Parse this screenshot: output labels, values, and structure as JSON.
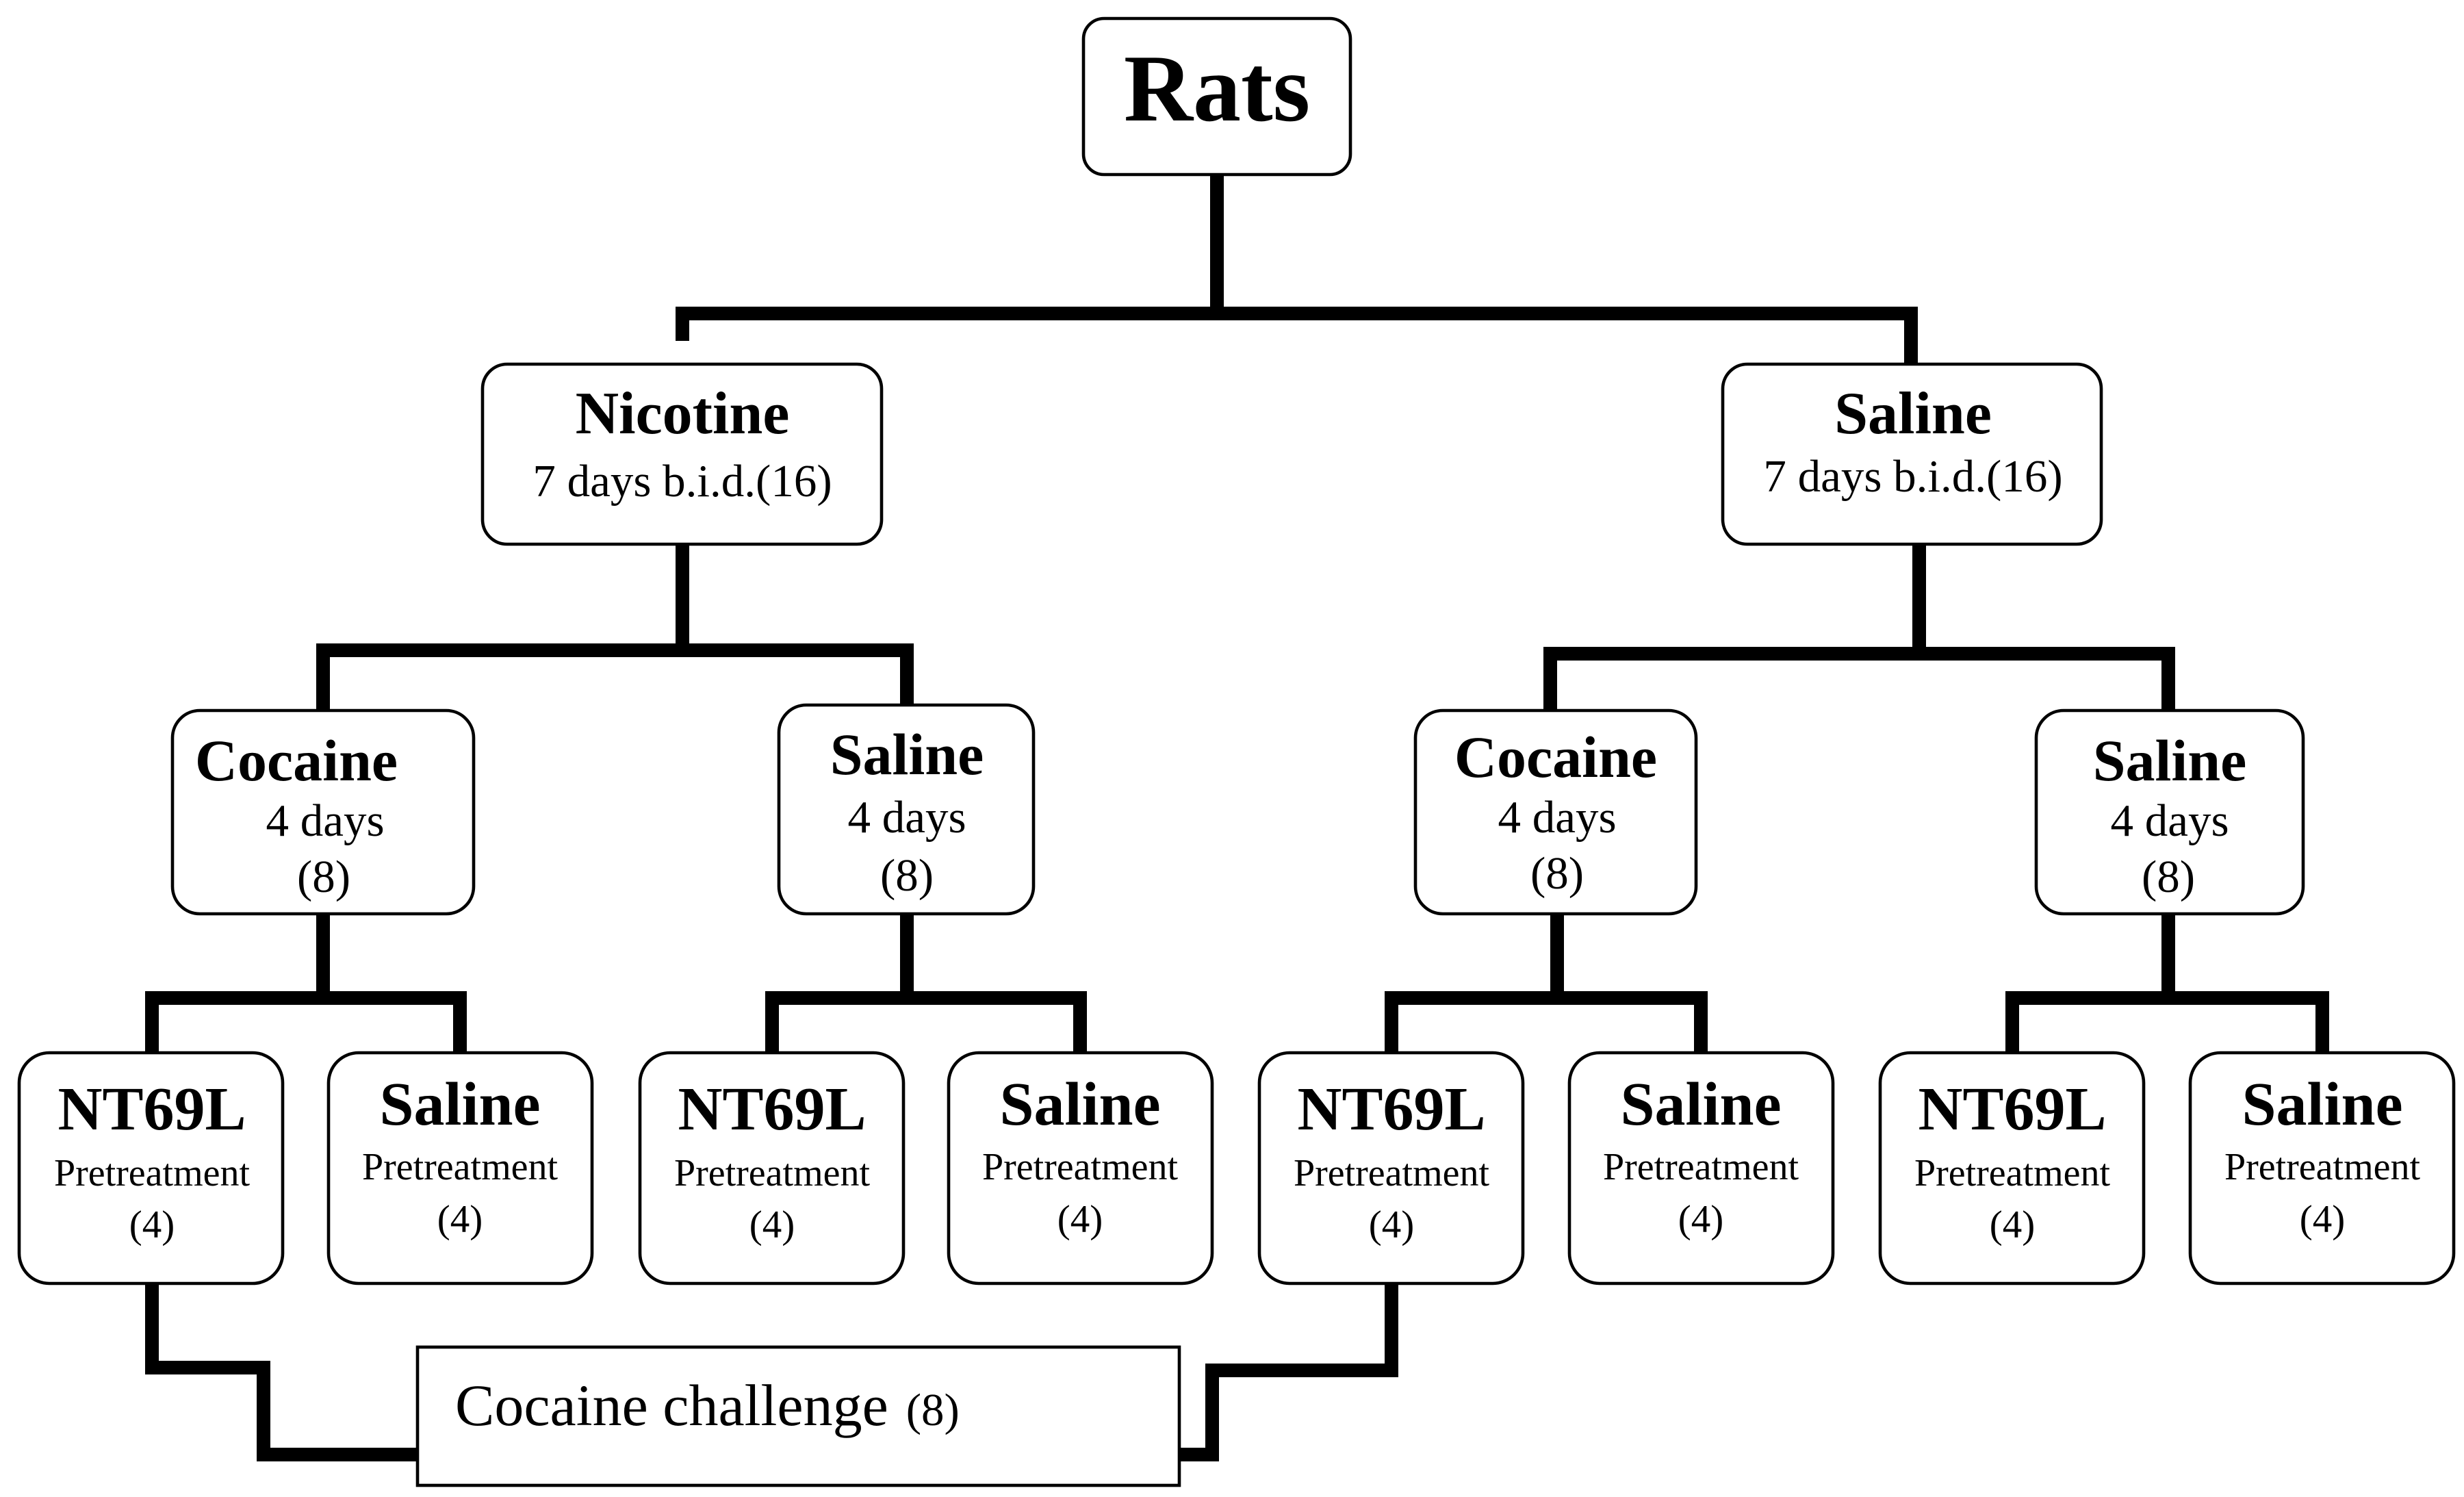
{
  "root": {
    "label": "Rats"
  },
  "nicotine": {
    "title": "Nicotine",
    "subtitle": "7 days b.i.d.(16)"
  },
  "saline_main": {
    "title": "Saline",
    "subtitle": "7 days b.i.d.(16)"
  },
  "l2": [
    {
      "title": "Cocaine",
      "days": "4 days",
      "n": "(8)"
    },
    {
      "title": "Saline",
      "days": "4 days",
      "n": "(8)"
    },
    {
      "title": "Cocaine",
      "days": "4 days",
      "n": "(8)"
    },
    {
      "title": "Saline",
      "days": "4 days",
      "n": "(8)"
    }
  ],
  "l3": [
    {
      "title": "NT69L",
      "sub": "Pretreatment",
      "n": "(4)"
    },
    {
      "title": "Saline",
      "sub": "Pretreatment",
      "n": "(4)"
    },
    {
      "title": "NT69L",
      "sub": "Pretreatment",
      "n": "(4)"
    },
    {
      "title": "Saline",
      "sub": "Pretreatment",
      "n": "(4)"
    },
    {
      "title": "NT69L",
      "sub": "Pretreatment",
      "n": "(4)"
    },
    {
      "title": "Saline",
      "sub": "Pretreatment",
      "n": "(4)"
    },
    {
      "title": "NT69L",
      "sub": "Pretreatment",
      "n": "(4)"
    },
    {
      "title": "Saline",
      "sub": "Pretreatment",
      "n": "(4)"
    }
  ],
  "challenge": {
    "label": "Cocaine challenge",
    "n": "(8)"
  }
}
